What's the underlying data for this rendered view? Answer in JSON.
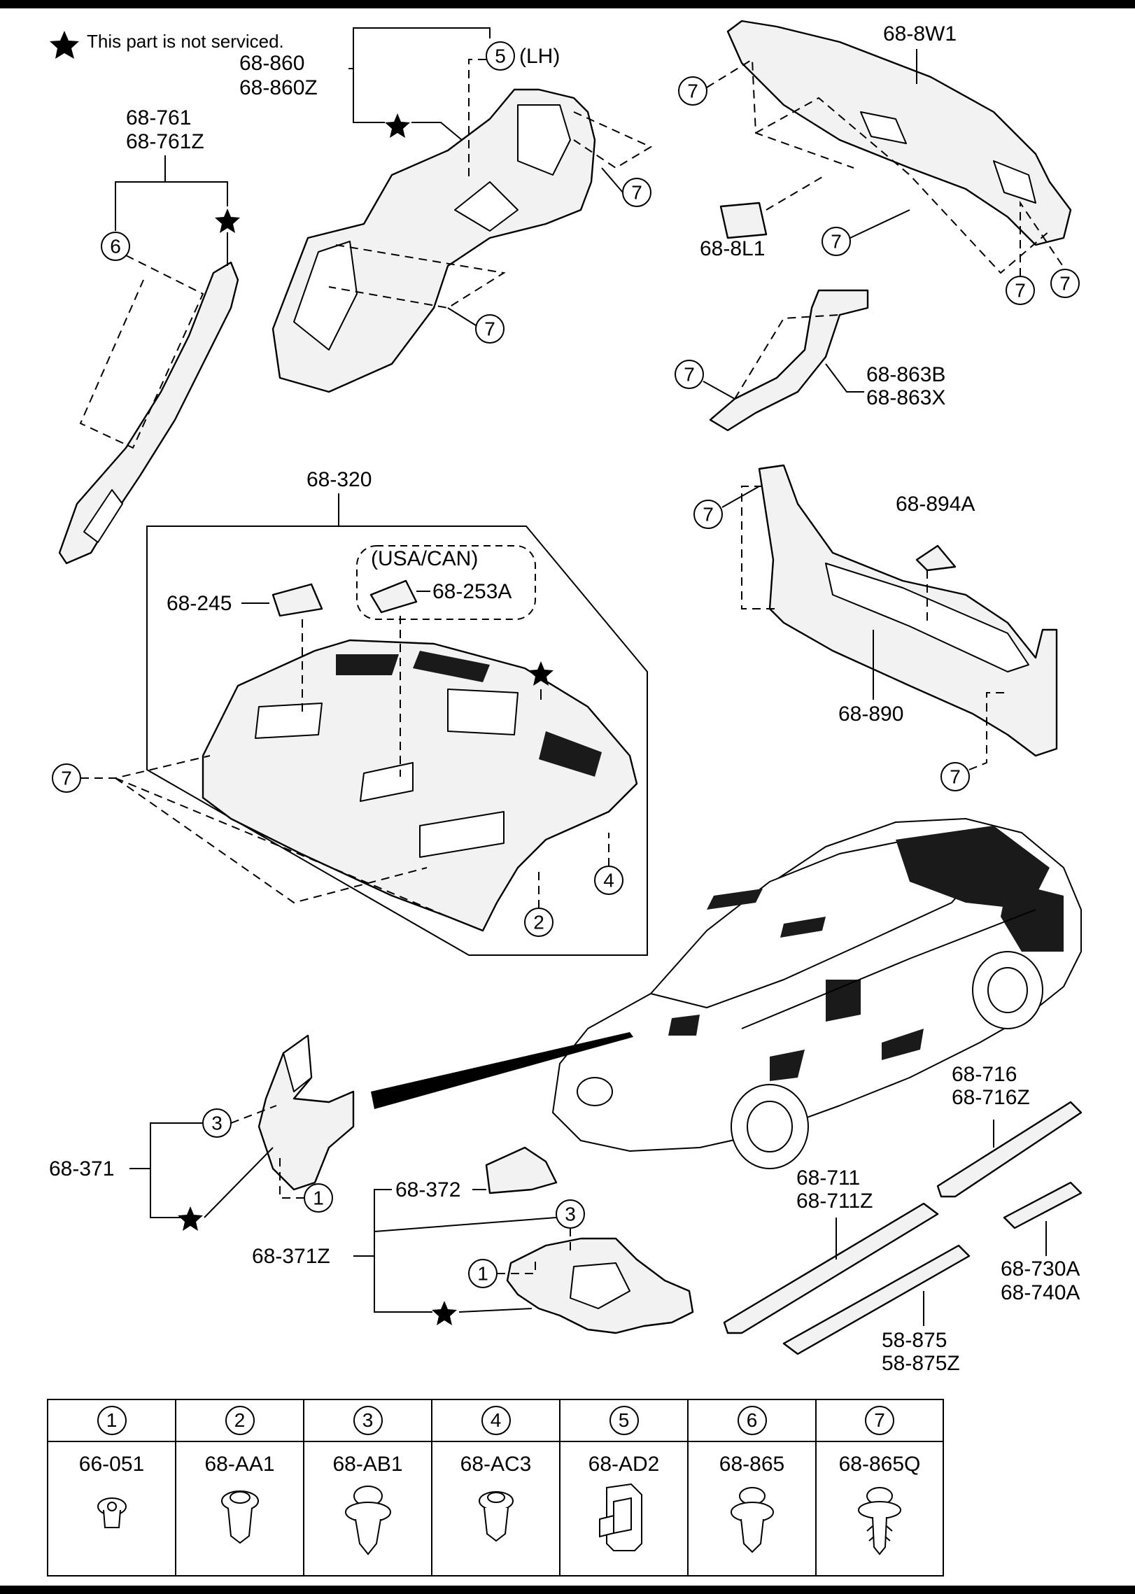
{
  "note": "This part is not serviced.",
  "parts": {
    "p68_860": "68-860",
    "p68_860Z": "68-860Z",
    "lh": "(LH)",
    "p68_761": "68-761",
    "p68_761Z": "68-761Z",
    "p68_8W1": "68-8W1",
    "p68_8L1": "68-8L1",
    "p68_863B": "68-863B",
    "p68_863X": "68-863X",
    "p68_320": "68-320",
    "usa_can": "(USA/CAN)",
    "p68_245": "68-245",
    "p68_253A": "68-253A",
    "p68_894A": "68-894A",
    "p68_890": "68-890",
    "p68_716": "68-716",
    "p68_716Z": "68-716Z",
    "p68_711": "68-711",
    "p68_711Z": "68-711Z",
    "p68_730A": "68-730A",
    "p68_740A": "68-740A",
    "p58_875": "58-875",
    "p58_875Z": "58-875Z",
    "p68_371": "68-371",
    "p68_372": "68-372",
    "p68_371Z": "68-371Z"
  },
  "callouts": {
    "c1": "1",
    "c2": "2",
    "c3": "3",
    "c4": "4",
    "c5": "5",
    "c6": "6",
    "c7": "7"
  },
  "fastener_table": {
    "headers": [
      "1",
      "2",
      "3",
      "4",
      "5",
      "6",
      "7"
    ],
    "parts": [
      "66-051",
      "68-AA1",
      "68-AB1",
      "68-AC3",
      "68-AD2",
      "68-865",
      "68-865Q"
    ]
  },
  "icons": [
    "star-icon",
    "clip-icon"
  ]
}
